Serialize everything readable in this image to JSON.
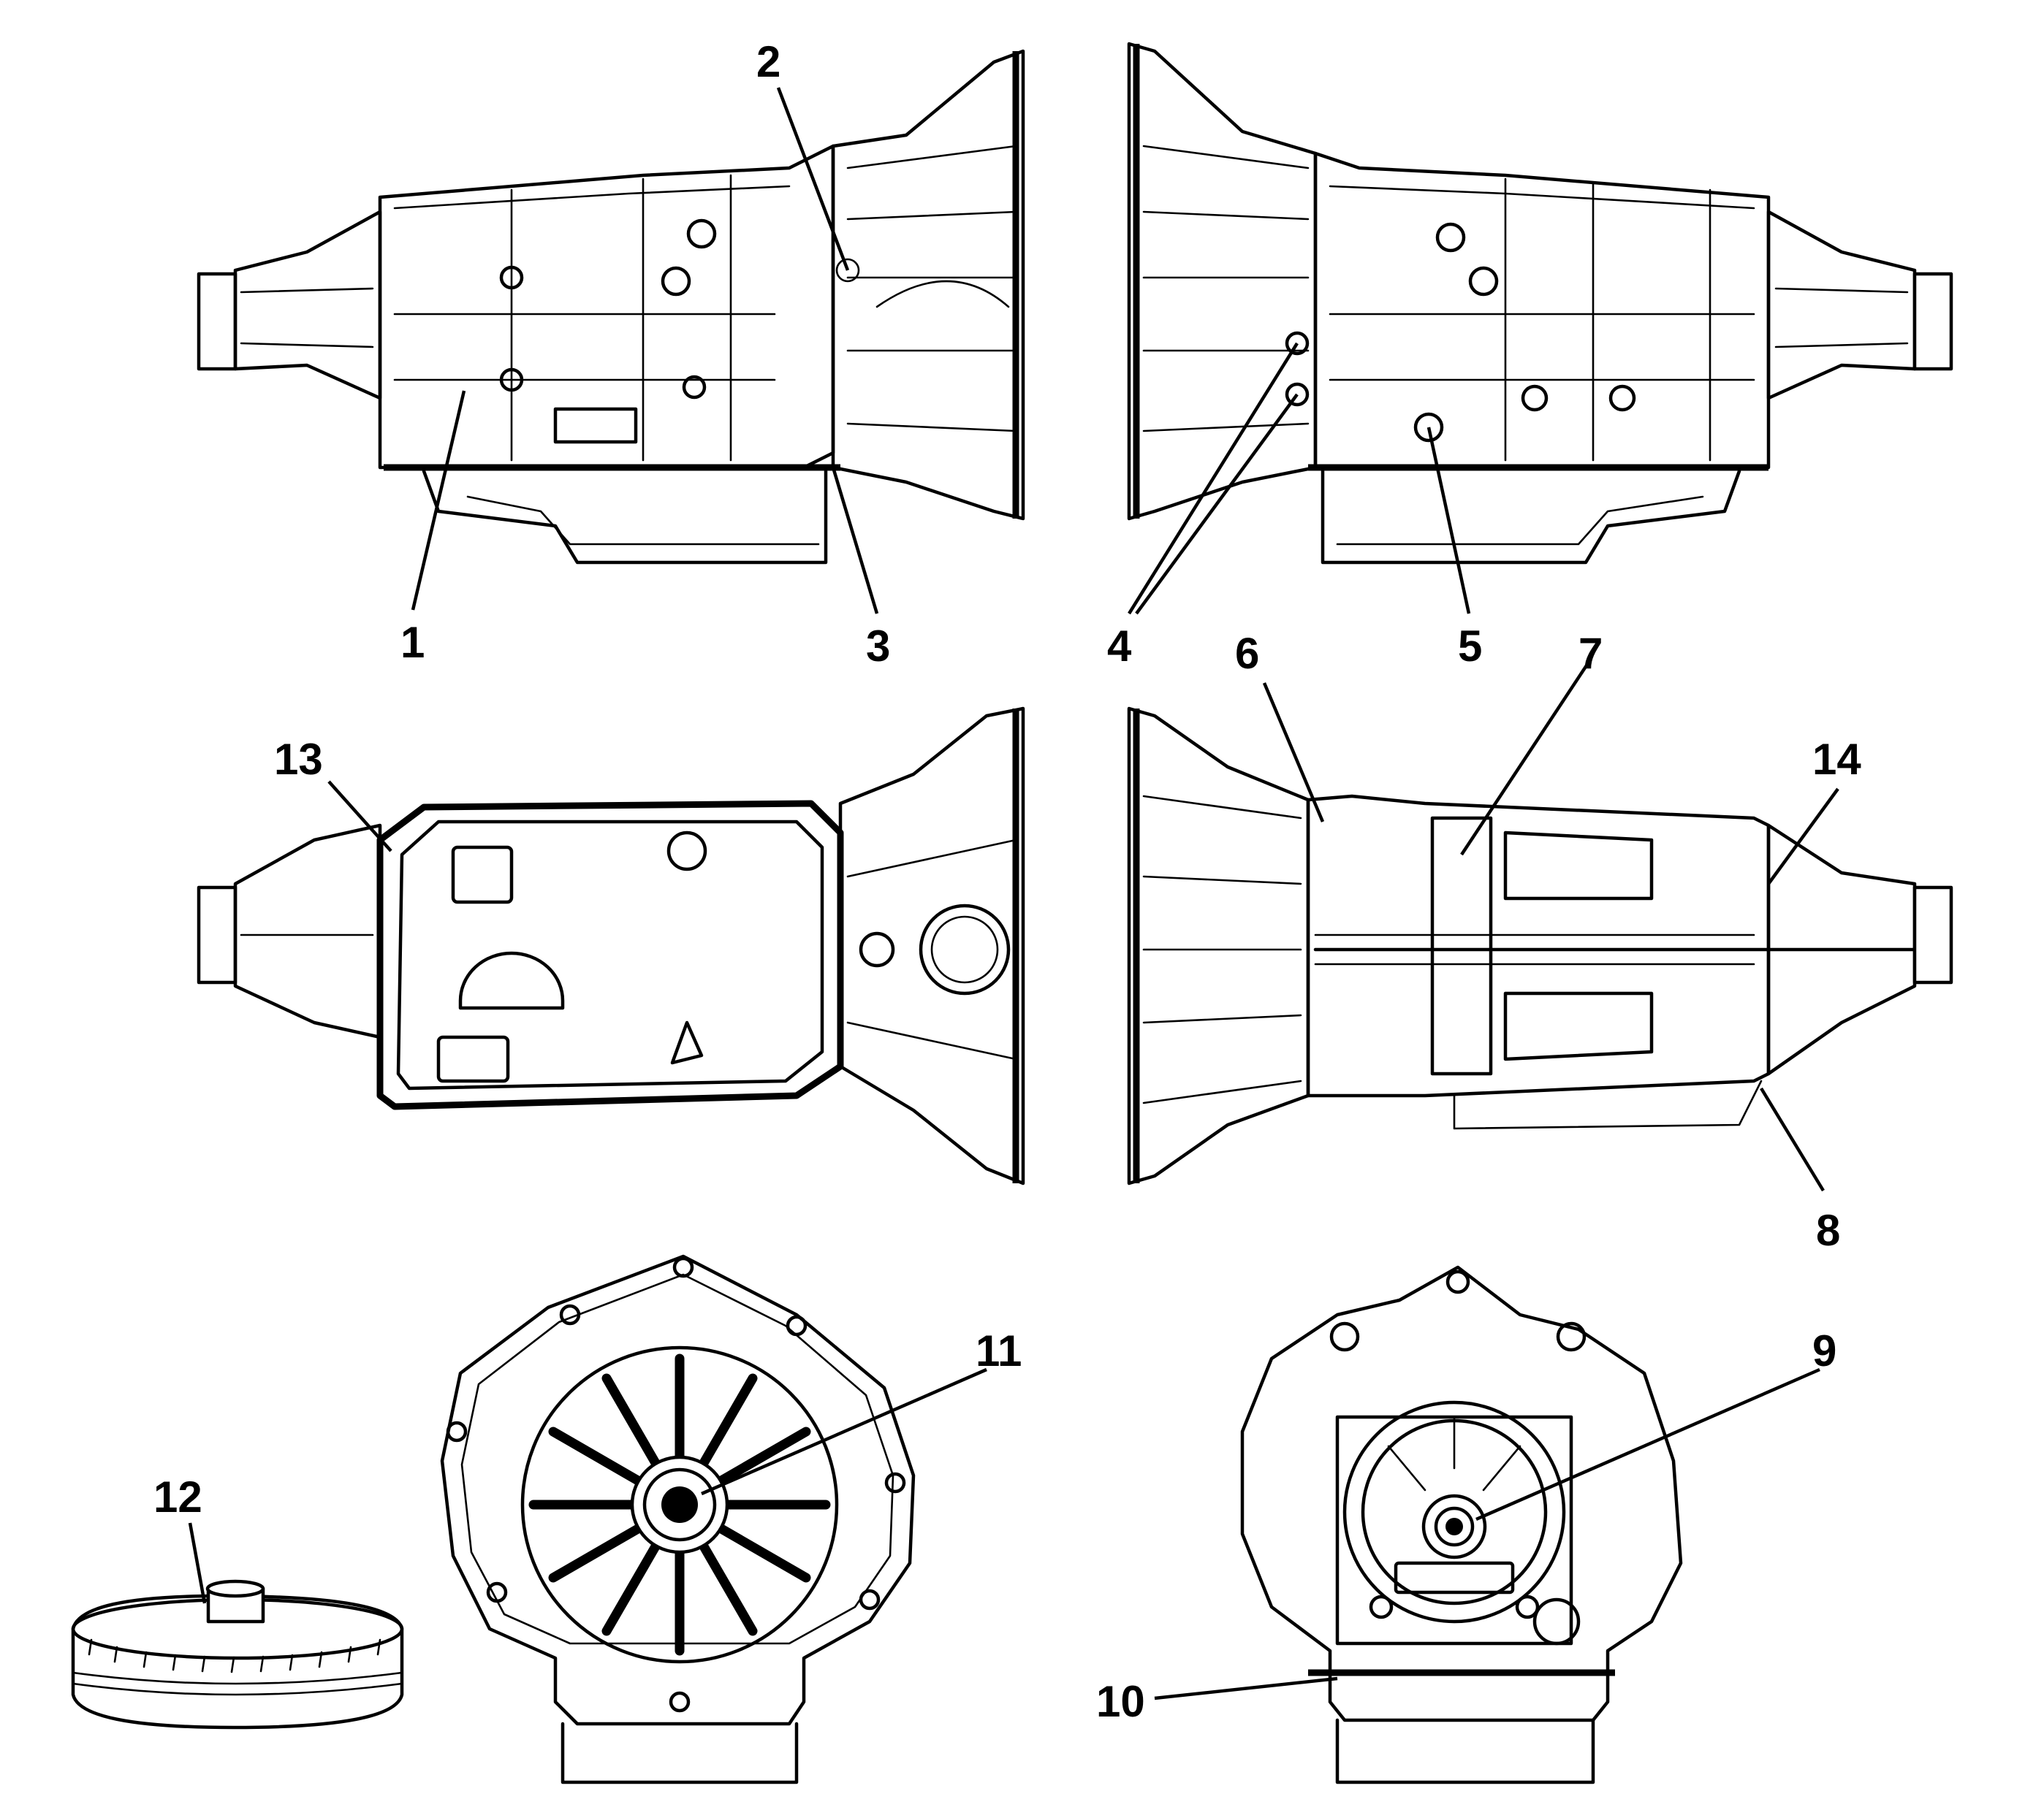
{
  "figure": {
    "callouts": [
      "1",
      "2",
      "3",
      "4",
      "5",
      "6",
      "7",
      "8",
      "9",
      "10",
      "11",
      "12",
      "13",
      "14"
    ]
  },
  "views": [
    {
      "id": "left-side-view"
    },
    {
      "id": "right-side-view"
    },
    {
      "id": "bottom-view"
    },
    {
      "id": "top-view"
    },
    {
      "id": "front-view"
    },
    {
      "id": "rear-view"
    },
    {
      "id": "torque-converter"
    }
  ]
}
